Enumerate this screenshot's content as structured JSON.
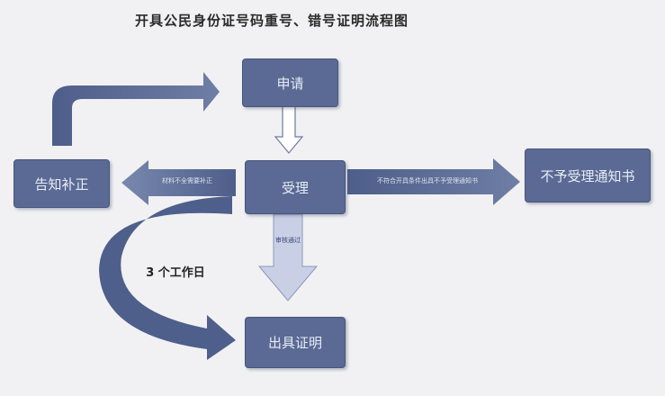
{
  "title": "开具公民身份证号码重号、错号证明流程图",
  "nodes": {
    "apply": "申请",
    "accept": "受理",
    "notify": "告知补正",
    "reject": "不予受理通知书",
    "issue": "出具证明"
  },
  "arrows": {
    "accept_to_notify": "材料不全需要补正",
    "accept_to_reject": "不符合开具条件出具不予受理通知书",
    "accept_to_issue": "审核通过",
    "timeframe": "3 个工作日"
  },
  "colors": {
    "box_fill": "#5a6a94",
    "arrow_fill": "#5c6b93",
    "background": "#f1f1f3"
  }
}
